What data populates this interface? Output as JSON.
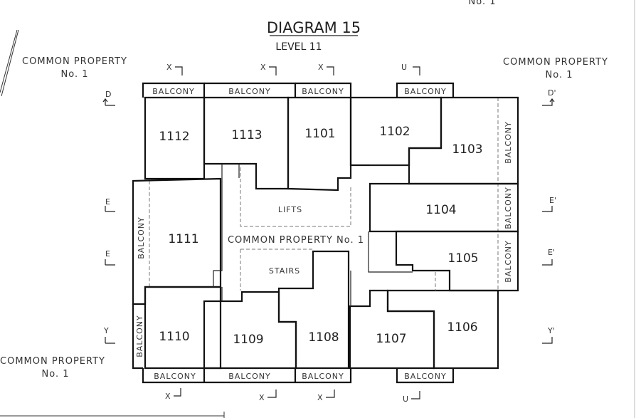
{
  "title": "DIAGRAM 15",
  "subtitle": "LEVEL 11",
  "common_property": {
    "line1": "COMMON PROPERTY",
    "line2": "No. 1",
    "center": "COMMON PROPERTY No. 1",
    "top_cut": "No. 1"
  },
  "areas": {
    "lifts": "LIFTS",
    "stairs": "STAIRS",
    "balcony": "BALCONY"
  },
  "units": [
    "1101",
    "1102",
    "1103",
    "1104",
    "1105",
    "1106",
    "1107",
    "1108",
    "1109",
    "1110",
    "1111",
    "1112",
    "1113"
  ],
  "section_marks": {
    "d": "D",
    "d_prime": "D'",
    "e": "E",
    "e_prime": "E'",
    "y": "Y",
    "y_prime": "Y'",
    "x": "X",
    "u": "U"
  }
}
